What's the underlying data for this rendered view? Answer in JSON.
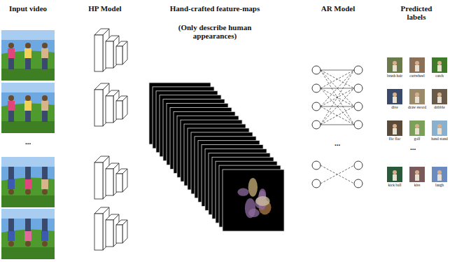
{
  "diagram": {
    "labels": [
      "Input video",
      "HP Model",
      "Hand-crafted feature-maps",
      "(Only describe human appearances)",
      "AR Model",
      "Predicted labels",
      "...",
      "...",
      "...",
      "brush hair",
      "cartwheel",
      "catch",
      "dive",
      "draw sword",
      "dribble",
      "flic flac",
      "golf",
      "hand stand",
      "kick ball",
      "kiss",
      "laugh"
    ]
  }
}
